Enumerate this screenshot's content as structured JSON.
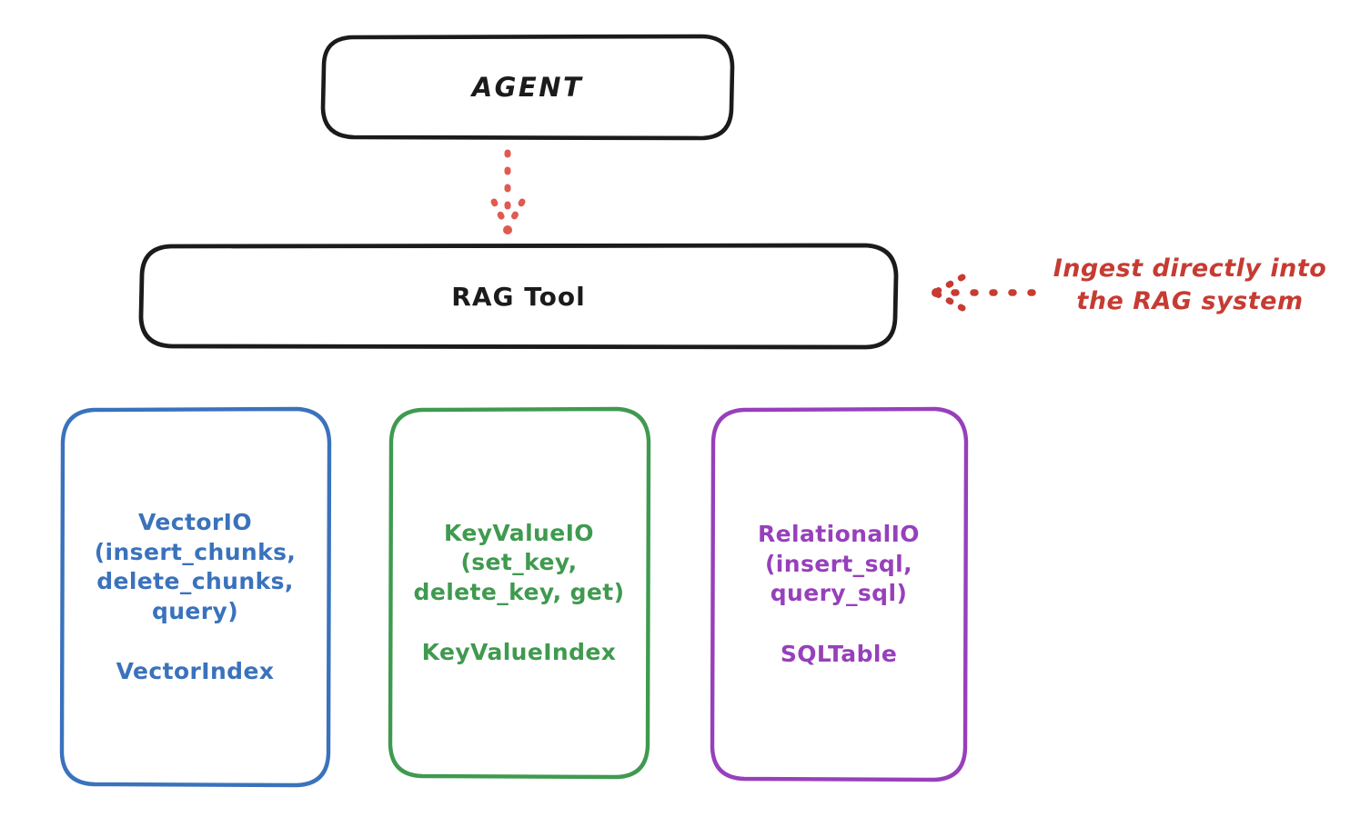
{
  "diagram": {
    "title_node": {
      "label": "AGENT"
    },
    "tool_node": {
      "label": "RAG Tool"
    },
    "stores": [
      {
        "id": "vector",
        "api": "VectorIO\n(insert_chunks,\ndelete_chunks,\nquery)",
        "index": "VectorIndex",
        "color": "#3a72bc"
      },
      {
        "id": "keyvalue",
        "api": "KeyValueIO\n(set_key,\ndelete_key, get)",
        "index": "KeyValueIndex",
        "color": "#3f9a4f"
      },
      {
        "id": "relational",
        "api": "RelationalIO\n(insert_sql,\nquery_sql)",
        "index": "SQLTable",
        "color": "#9740bb"
      }
    ],
    "annotation": {
      "text": "Ingest directly into\nthe RAG system",
      "color": "#c63b32"
    },
    "connectors": {
      "agent_to_rag": {
        "style": "dotted-arrow-down",
        "color": "#e05a50"
      },
      "ingest_arrow": {
        "style": "dotted-arrow-left",
        "color": "#c63b32"
      }
    },
    "colors": {
      "stroke": "#1b1b1b",
      "background": "#ffffff",
      "blue": "#3a72bc",
      "green": "#3f9a4f",
      "purple": "#9740bb",
      "red": "#c63b32",
      "salmon": "#e05a50"
    }
  }
}
